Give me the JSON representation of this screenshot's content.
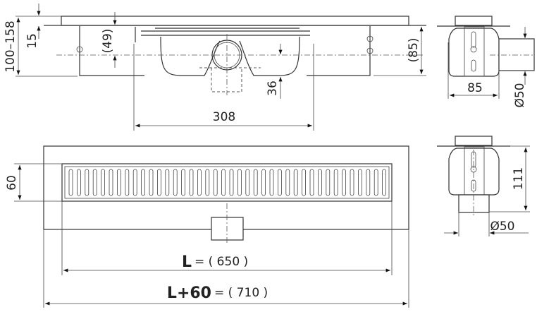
{
  "drawing": {
    "front_view": {
      "height_range": "100–158",
      "frame_height": "15",
      "outlet_axis_height": "(49)",
      "outlet_offset": "36",
      "body_width": "308",
      "total_height": "(85)"
    },
    "side_view_horizontal": {
      "width": "85",
      "outlet_diameter": "Ø50"
    },
    "plan_view": {
      "grate_width": "60",
      "length_label": "L",
      "length_value": "= ( 650 )",
      "total_length_label": "L+60",
      "total_length_value": "= ( 710 )"
    },
    "side_view_vertical": {
      "height": "111",
      "outlet_diameter": "Ø50"
    }
  }
}
